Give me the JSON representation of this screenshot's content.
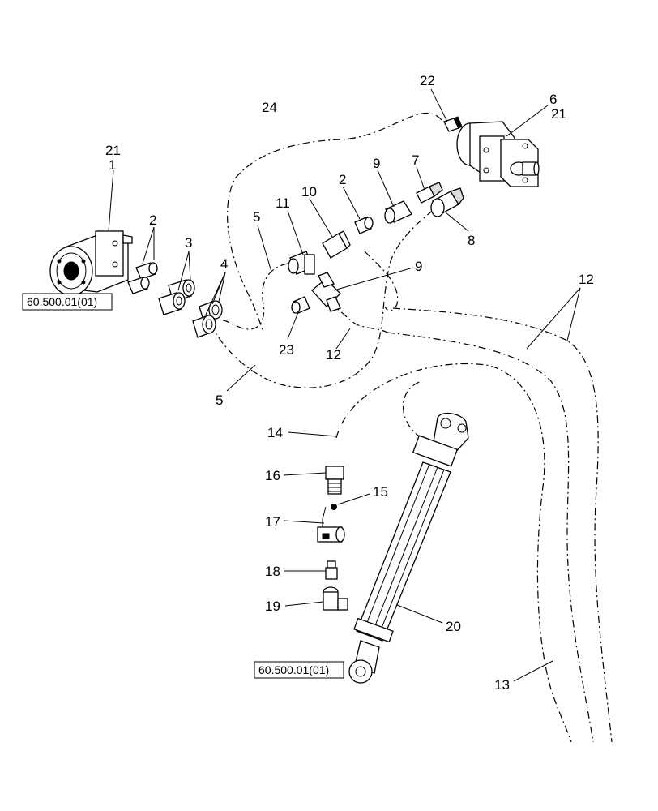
{
  "callouts": {
    "c21a": "21",
    "c1": "1",
    "c2a": "2",
    "c3": "3",
    "c4": "4",
    "c5a": "5",
    "c11": "11",
    "c10": "10",
    "c2b": "2",
    "c9a": "9",
    "c7": "7",
    "c8": "8",
    "c22": "22",
    "c6": "6",
    "c21b": "21",
    "c24": "24",
    "c9b": "9",
    "c23": "23",
    "c12a": "12",
    "c12b": "12",
    "c5b": "5",
    "c14": "14",
    "c16": "16",
    "c15": "15",
    "c17": "17",
    "c18": "18",
    "c19": "19",
    "c20": "20",
    "c13": "13"
  },
  "references": {
    "ref_top": "60.500.01(01)",
    "ref_bottom": "60.500.01(01)"
  }
}
